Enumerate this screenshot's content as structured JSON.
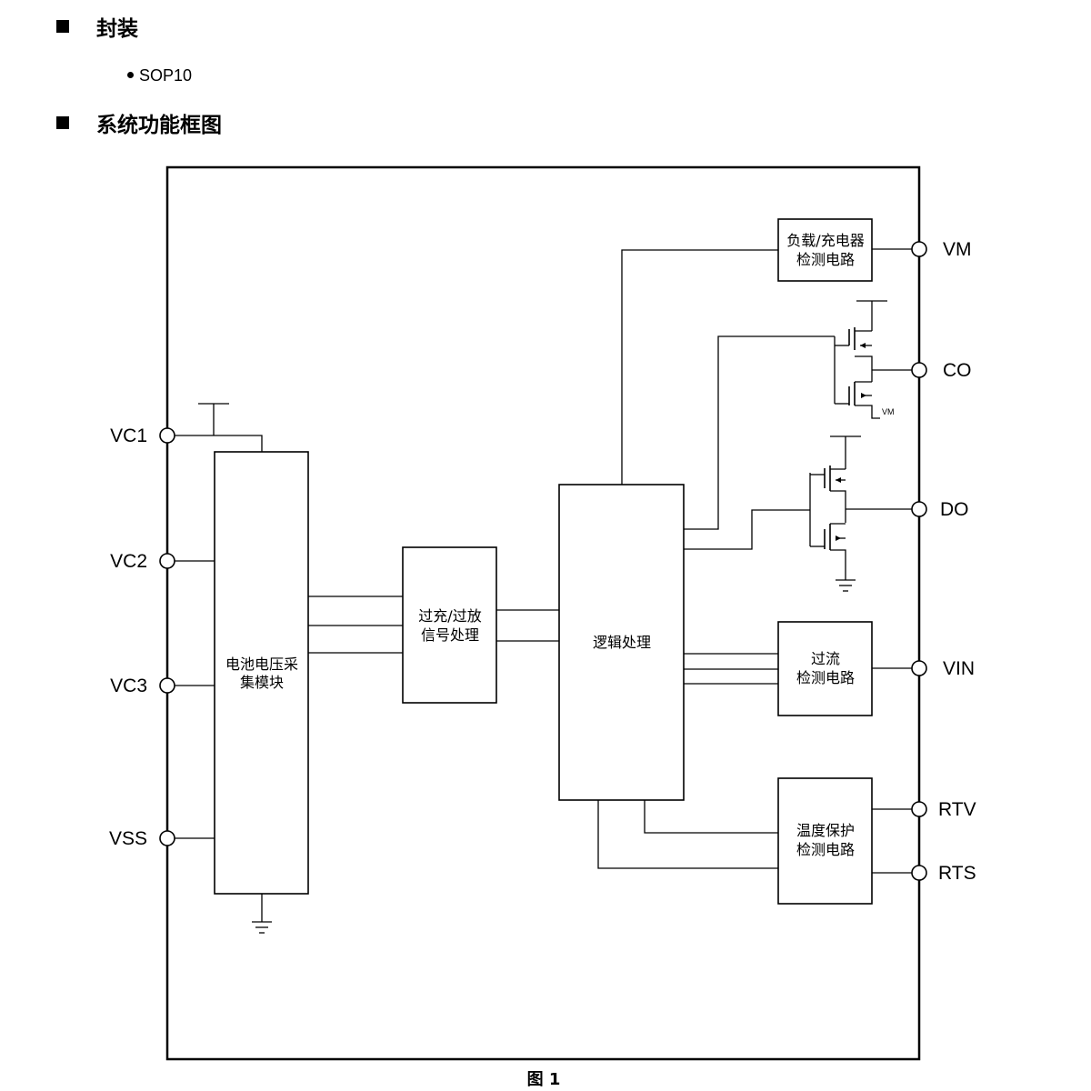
{
  "sections": {
    "package_heading": "封装",
    "package_item": "SOP10",
    "diagram_heading": "系统功能框图"
  },
  "diagram": {
    "blocks": {
      "battery_line1": "电池电压采",
      "battery_line2": "集模块",
      "signal_line1": "过充/过放",
      "signal_line2": "信号处理",
      "logic": "逻辑处理",
      "load_line1": "负载/充电器",
      "load_line2": "检测电路",
      "overcurrent_line1": "过流",
      "overcurrent_line2": "检测电路",
      "temp_line1": "温度保护",
      "temp_line2": "检测电路"
    },
    "pins_left": [
      "VC1",
      "VC2",
      "VC3",
      "VSS"
    ],
    "pins_right": [
      "VM",
      "CO",
      "DO",
      "VIN",
      "RTV",
      "RTS"
    ],
    "mosfet_label": "VM",
    "caption": "图 1"
  }
}
